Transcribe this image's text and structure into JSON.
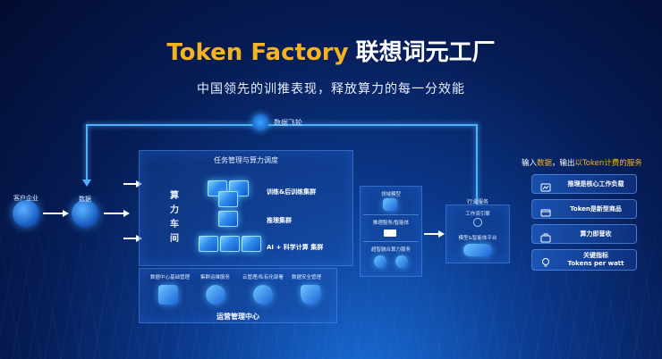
{
  "header": {
    "title_brand": "Token Factory",
    "title_cn": "联想词元工厂",
    "subtitle": "中国领先的训推表现，释放算力的每一分效能"
  },
  "flywheel": {
    "label": "数据飞轮"
  },
  "inputs": {
    "customer": "客户企业",
    "data": "数据"
  },
  "compute_hub": {
    "title": "任务管理与算力调度",
    "vertical_label": "算力车间",
    "clusters": [
      "训练&后训练集群",
      "推理集群",
      "AI + 科学计算 集群"
    ]
  },
  "operations": {
    "title": "运营管理中心",
    "items": [
      "数据中心基础管理",
      "集群运维服务",
      "云管理/私有化部署",
      "数据安全管理"
    ]
  },
  "models": {
    "items": [
      "领域模型",
      "推理服务/智能体",
      "超智融合算力服务"
    ]
  },
  "services": {
    "title": "行业服务",
    "items": [
      "工作流引擎",
      "模型&智能体平台"
    ]
  },
  "outcomes": {
    "header_prefix": "输入",
    "header_hl1": "数据",
    "header_mid": "，输出",
    "header_hl2": "以Token计费的服务",
    "items": [
      {
        "line1": "推理是核心工作负载",
        "line2": ""
      },
      {
        "line1": "Token是新型商品",
        "line2": ""
      },
      {
        "line1": "算力即营收",
        "line2": ""
      },
      {
        "line1": "关键指标",
        "line2": "Tokens per watt"
      }
    ]
  },
  "colors": {
    "accent_gold": "#f5b223",
    "glow_blue": "#4fb0ff",
    "bg_deep": "#061c55"
  }
}
